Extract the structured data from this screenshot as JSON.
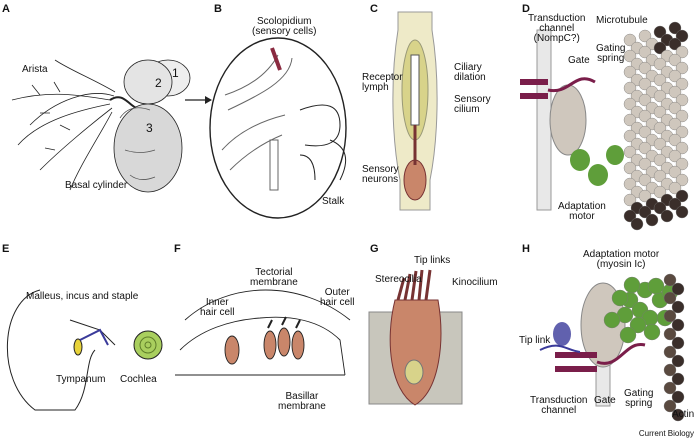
{
  "panels": [
    {
      "letter": "A",
      "labels": [
        "Arista",
        "2",
        "1",
        "3",
        "Basal cylinder"
      ]
    },
    {
      "letter": "B",
      "labels": [
        "Scolopidium\n(sensory cells)",
        "Stalk"
      ]
    },
    {
      "letter": "C",
      "labels": [
        "Receptor\nlymph",
        "Ciliary\ndilation",
        "Sensory\ncilium",
        "Sensory\nneurons"
      ]
    },
    {
      "letter": "D",
      "labels": [
        "Transduction\nchannel\n(NompC?)",
        "Microtubule",
        "Gate",
        "Gating\nspring",
        "Adaptation\nmotor"
      ]
    },
    {
      "letter": "E",
      "labels": [
        "Malleus, incus and staple",
        "Tympanum",
        "Cochlea"
      ]
    },
    {
      "letter": "F",
      "labels": [
        "Inner\nhair cell",
        "Tectorial\nmembrane",
        "Outer\nhair cell",
        "Basillar\nmembrane"
      ]
    },
    {
      "letter": "G",
      "labels": [
        "Tip links",
        "Stereocilia",
        "Kinocilium"
      ]
    },
    {
      "letter": "H",
      "labels": [
        "Adaptation motor\n(myosin Ic)",
        "Tip link",
        "Transduction\nchannel",
        "Gate",
        "Gating\nspring",
        "Actin"
      ]
    }
  ],
  "credit": "Current Biology",
  "colors": {
    "green": "#5f9e3a",
    "lightgreen": "#a9cf5e",
    "purple": "#7a1e4a",
    "bead_light": "#cfc7bd",
    "bead_dark": "#3a2e2a",
    "cell_brown": "#c9866a",
    "lymph": "#d8d38a"
  }
}
